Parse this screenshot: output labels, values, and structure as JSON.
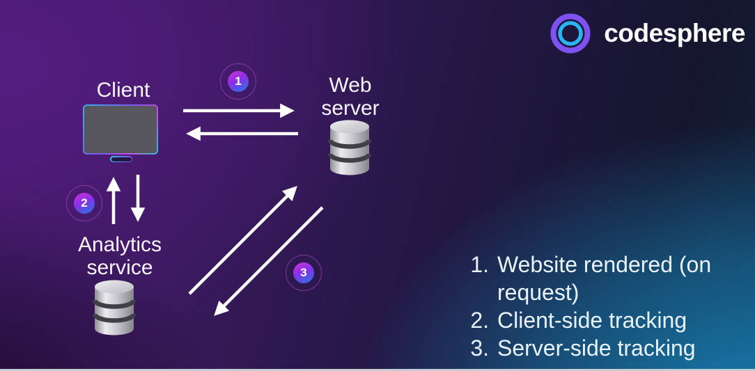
{
  "brand": {
    "name": "codesphere"
  },
  "diagram": {
    "client": {
      "label": "Client"
    },
    "web_server": {
      "label": "Web server"
    },
    "analytics": {
      "label": "Analytics service"
    },
    "badges": [
      {
        "label": "1"
      },
      {
        "label": "2"
      },
      {
        "label": "3"
      }
    ]
  },
  "legend": {
    "items": [
      {
        "number": "1.",
        "text": "Website rendered (on request)"
      },
      {
        "number": "2.",
        "text": "Client-side tracking"
      },
      {
        "number": "3.",
        "text": "Server-side tracking"
      }
    ]
  },
  "colors": {
    "bg_purple": "#451b67",
    "bg_navy": "#15162e",
    "bg_teal": "#187eb1",
    "arrow_white": "#ffffff",
    "badge_gradient_start": "#d233d6",
    "badge_gradient_mid": "#8a2fe8",
    "badge_gradient_end": "#1f7ae0",
    "logo_outer_ring": "#7d52f0",
    "logo_inner_ring": "#2ab5f2",
    "db_gray_light": "#ececef",
    "db_gray_dark": "#8b8b92",
    "monitor_screen": "#57555e"
  }
}
